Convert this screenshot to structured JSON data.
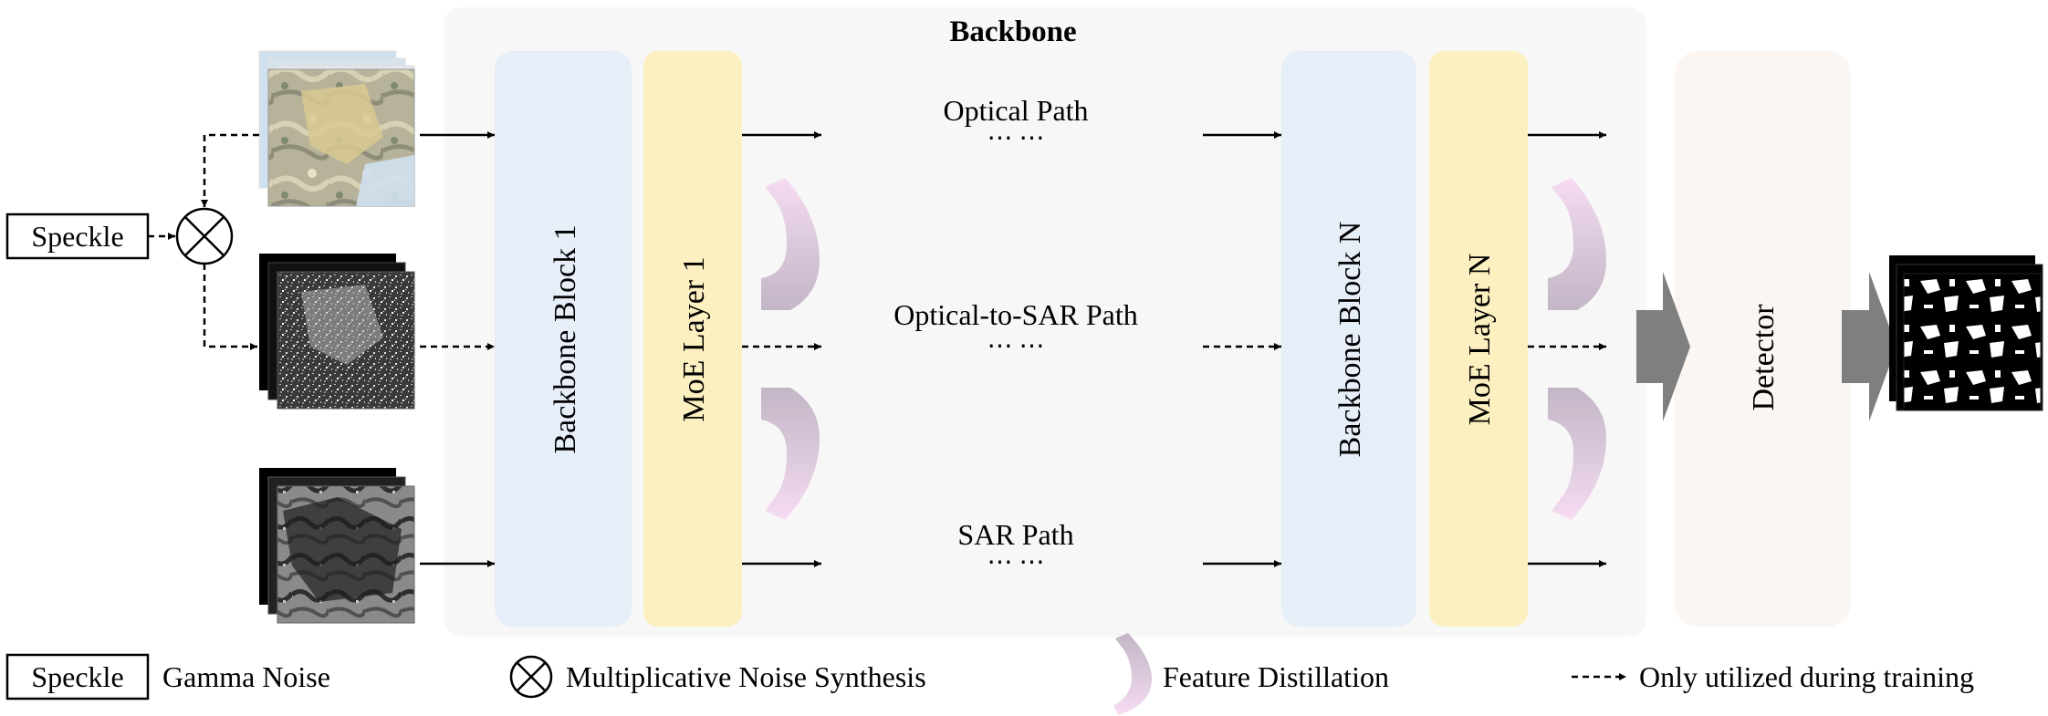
{
  "backbone": {
    "title": "Backbone",
    "block_1": "Backbone Block 1",
    "moe_1": "MoE Layer 1",
    "block_n": "Backbone Block N",
    "moe_n": "MoE Layer N"
  },
  "paths": {
    "optical": "Optical Path",
    "optical_to_sar": "Optical-to-SAR Path",
    "sar": "SAR Path",
    "ellipsis": "⋯ ⋯"
  },
  "detector": "Detector",
  "inputs": {
    "speckle": "Speckle"
  },
  "legend": {
    "speckle_box": "Speckle",
    "speckle_desc": "Gamma Noise",
    "mult_desc": "Multiplicative Noise Synthesis",
    "distill_desc": "Feature Distillation",
    "dashed_desc": "Only utilized during training"
  },
  "colors": {
    "backbone_bg": "#f7f7f7",
    "block": "#e6eef8",
    "moe": "#fdf0c0",
    "detector": "#fbf6f2",
    "distill_top": "#f7dcf3",
    "distill_bottom": "#c6b9c9",
    "big_arrow": "#7f7f7f"
  }
}
